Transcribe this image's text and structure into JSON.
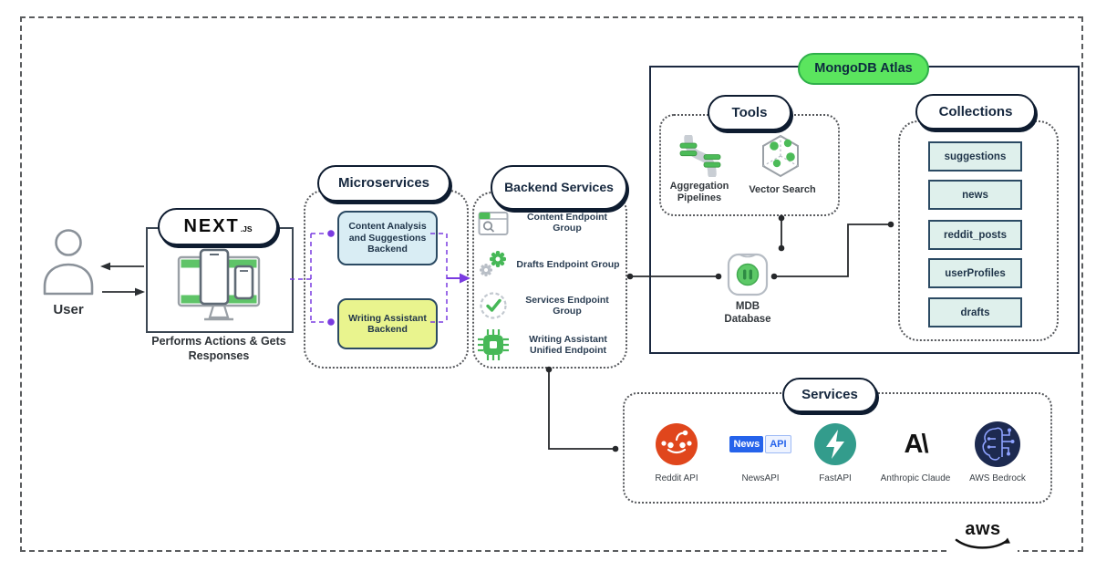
{
  "user": {
    "label": "User"
  },
  "frontend": {
    "logo_main": "NEXT",
    "logo_sub": ".JS",
    "caption": "Performs Actions & Gets Responses"
  },
  "microservices": {
    "title": "Microservices",
    "items": [
      {
        "icon": "content-analysis-node",
        "label": "Content Analysis and Suggestions Backend"
      },
      {
        "icon": "writing-assistant-node",
        "label": "Writing Assistant Backend"
      }
    ]
  },
  "backend": {
    "title": "Backend Services",
    "items": [
      {
        "icon": "window-search-icon",
        "label": "Content Endpoint Group"
      },
      {
        "icon": "gears-icon",
        "label": "Drafts Endpoint Group"
      },
      {
        "icon": "badge-check-icon",
        "label": "Services Endpoint Group"
      },
      {
        "icon": "chip-icon",
        "label": "Writing Assistant Unified Endpoint"
      }
    ]
  },
  "mongodb": {
    "title": "MongoDB Atlas",
    "tools": {
      "title": "Tools",
      "items": [
        {
          "icon": "aggregation-pipelines-icon",
          "label": "Aggregation Pipelines"
        },
        {
          "icon": "vector-search-icon",
          "label": "Vector Search"
        }
      ]
    },
    "database": {
      "icon": "database-icon",
      "label": "MDB Database"
    },
    "collections": {
      "title": "Collections",
      "items": [
        "suggestions",
        "news",
        "reddit_posts",
        "userProfiles",
        "drafts"
      ]
    }
  },
  "services": {
    "title": "Services",
    "items": [
      {
        "icon": "reddit-icon",
        "label": "Reddit API"
      },
      {
        "icon": "newsapi-icon",
        "label": "NewsAPI",
        "logo_left": "News",
        "logo_right": "API"
      },
      {
        "icon": "fastapi-icon",
        "label": "FastAPI"
      },
      {
        "icon": "anthropic-icon",
        "label": "Anthropic Claude",
        "logo_text": "A\\"
      },
      {
        "icon": "bedrock-icon",
        "label": "AWS Bedrock"
      }
    ]
  },
  "footer": {
    "aws_logo": "aws"
  },
  "colors": {
    "green_accent": "#46b857",
    "mongodb_pill_green": "#5be55e",
    "purple_connector": "#7a3be0",
    "microservice_blue": "#d9edf4",
    "microservice_yellow": "#e9f48e",
    "collection_teal": "#dff0ec",
    "reddit_orange": "#e0461c",
    "newsapi_blue": "#2563eb",
    "fastapi_teal": "#339c8c",
    "bedrock_navy": "#1d2a50"
  }
}
